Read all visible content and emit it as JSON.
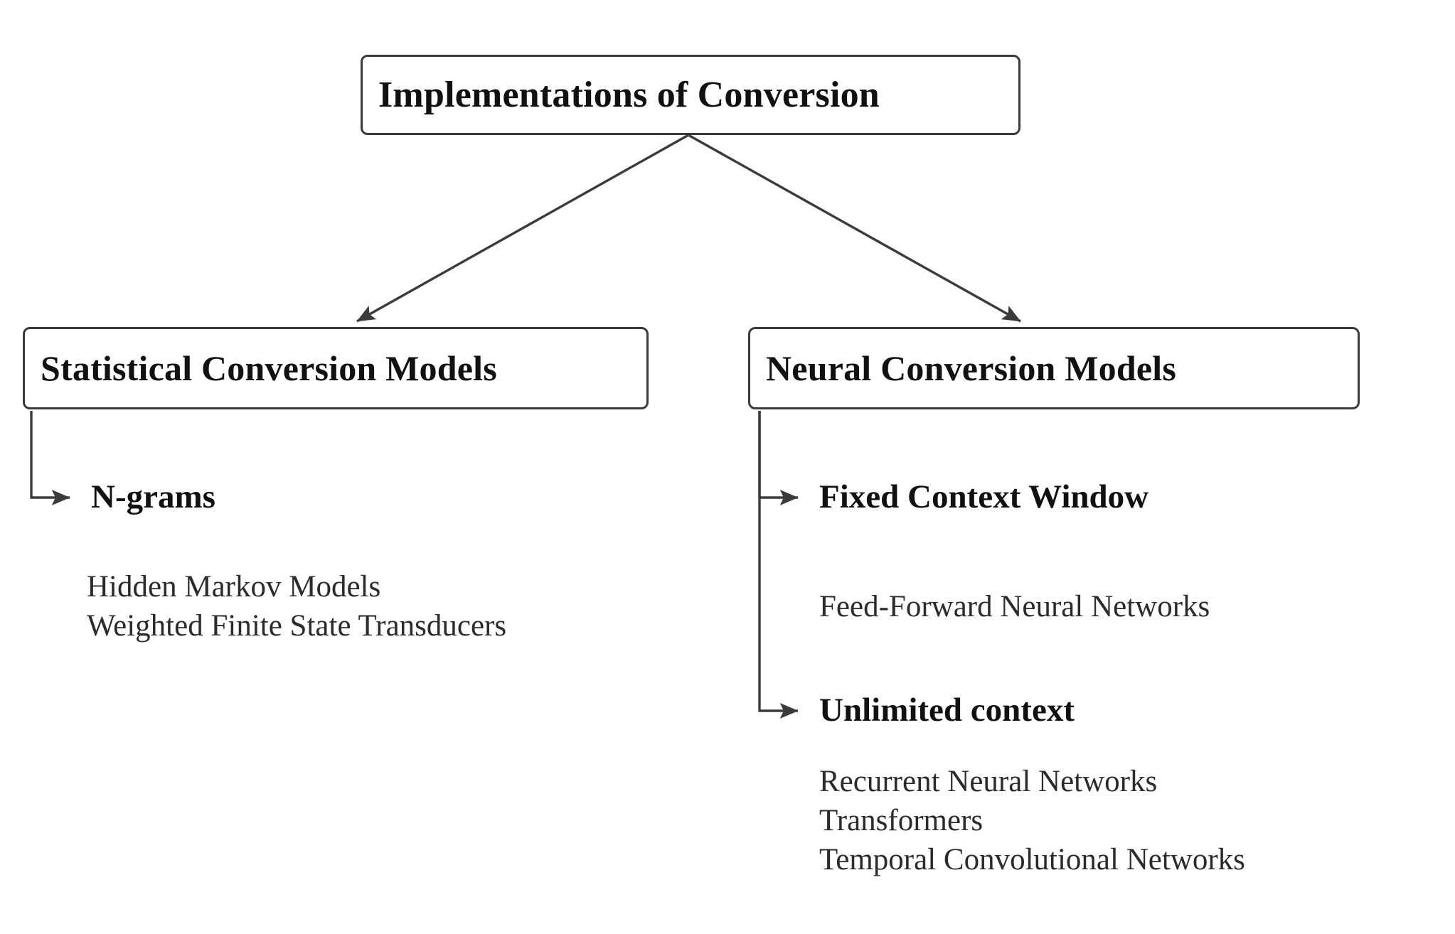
{
  "diagram": {
    "title": "Implementations of Conversion",
    "root": {
      "label": "Implementations of Conversion"
    },
    "branches": [
      {
        "id": "statistical",
        "label": "Statistical Conversion Models",
        "groups": [
          {
            "id": "n-grams",
            "heading": "N-grams",
            "items": [
              "Hidden Markov Models",
              "Weighted Finite State Transducers"
            ]
          }
        ]
      },
      {
        "id": "neural",
        "label": "Neural Conversion Models",
        "groups": [
          {
            "id": "fixed-context-window",
            "heading": "Fixed Context Window",
            "items": [
              "Feed-Forward Neural Networks"
            ]
          },
          {
            "id": "unlimited-context",
            "heading": "Unlimited context",
            "items": [
              "Recurrent Neural Networks",
              "Transformers",
              "Temporal Convolutional Networks"
            ]
          }
        ]
      }
    ],
    "colors": {
      "background": "#ffffff",
      "box_border": "#3b3b3b",
      "heading_text": "#111111",
      "body_text": "#2b2b2b",
      "edge": "#3b3b3b"
    }
  }
}
